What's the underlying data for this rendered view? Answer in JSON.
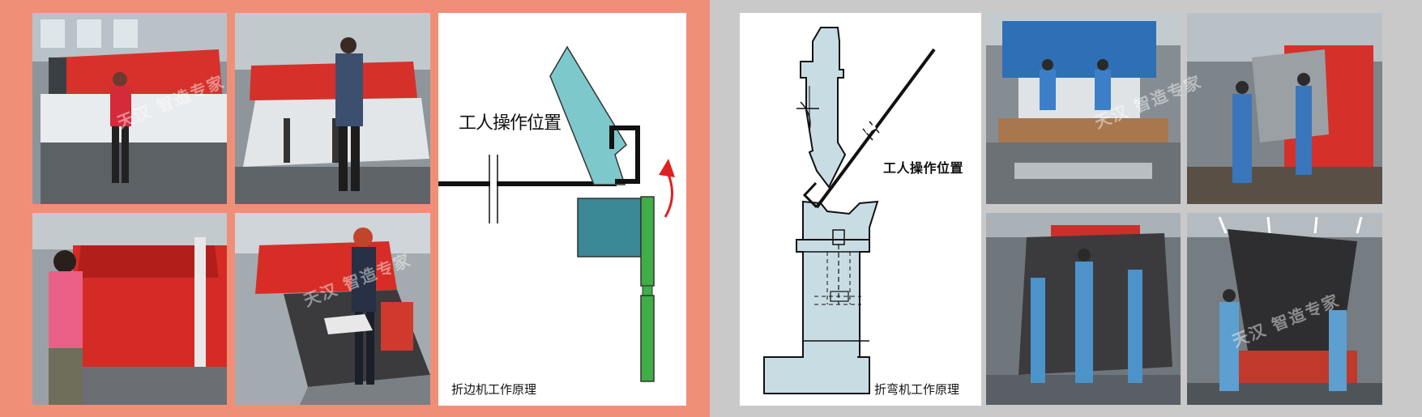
{
  "left_panel": {
    "background_color": "#ef8f78",
    "diagram": {
      "operator_position_label": "工人操作位置",
      "caption": "折边机工作原理",
      "colors": {
        "upper_die": "#7dc8cb",
        "lower_block": "#3a8796",
        "folding_beam": "#3fae47",
        "arrow": "#e02020"
      }
    }
  },
  "right_panel": {
    "background_color": "#c9c9c9",
    "diagram": {
      "operator_position_label": "工人操作位置",
      "caption": "折弯机工作原理",
      "colors": {
        "machine_body": "#c8dde3"
      }
    }
  },
  "watermark": "天汉 智造专家",
  "photos": [
    {
      "id": "panel-bender-worker-red-shirt",
      "subject": "folding-machine"
    },
    {
      "id": "panel-bender-operator-back",
      "subject": "folding-machine"
    },
    {
      "id": "folder-worker-pink-shirt",
      "subject": "folding-machine"
    },
    {
      "id": "folder-worker-table",
      "subject": "folding-machine"
    },
    {
      "id": "press-brake-blue-two-workers",
      "subject": "press-brake"
    },
    {
      "id": "press-brake-red-sheet",
      "subject": "press-brake"
    },
    {
      "id": "press-brake-three-workers-large-sheet",
      "subject": "press-brake"
    },
    {
      "id": "press-brake-large-panel-two-workers",
      "subject": "press-brake"
    }
  ]
}
